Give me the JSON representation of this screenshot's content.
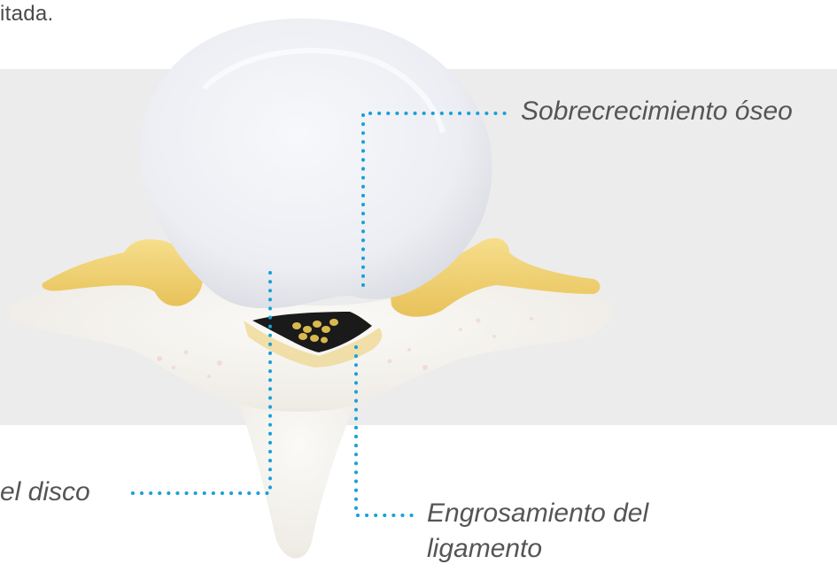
{
  "intro_fragment": "itada.",
  "labels": {
    "bone_overgrowth": "Sobrecrecimiento óseo",
    "disc": "el disco",
    "ligament_line1": "Engrosamiento del",
    "ligament_line2": "ligamento"
  },
  "colors": {
    "panel": "#ececec",
    "leader_dots": "#1aa0d8",
    "bone": "#f4f1ec",
    "disc": "#f3f3f6",
    "facet": "#f2d57a",
    "text": "#555555"
  }
}
